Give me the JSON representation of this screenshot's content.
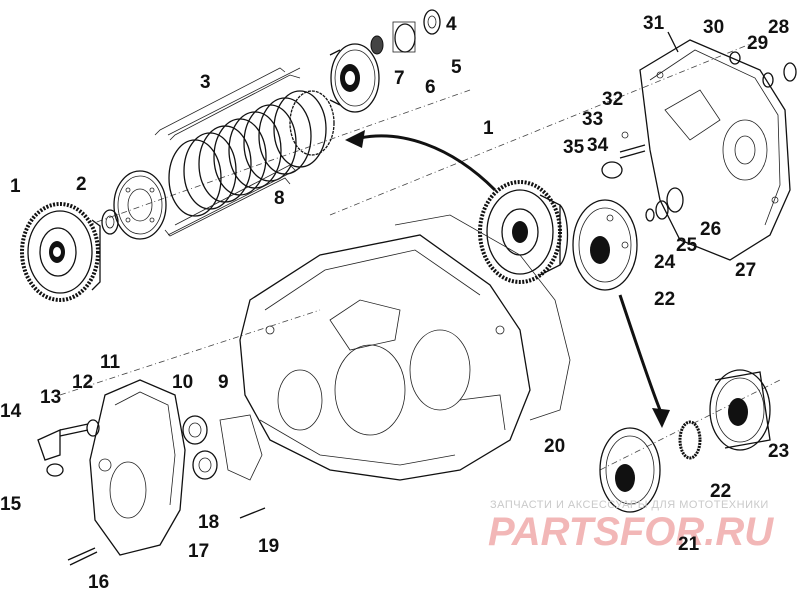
{
  "callouts": [
    "1",
    "2",
    "3",
    "4",
    "5",
    "6",
    "7",
    "8",
    "9",
    "10",
    "11",
    "12",
    "13",
    "14",
    "15",
    "16",
    "17",
    "18",
    "19",
    "20",
    "1",
    "21",
    "22",
    "22",
    "23",
    "24",
    "25",
    "26",
    "27",
    "28",
    "29",
    "30",
    "31",
    "32",
    "33",
    "34",
    "35"
  ],
  "watermark": {
    "tagline": "ЗАПЧАСТИ И АКСЕССУАРЫ ДЛЯ МОТОТЕХНИКИ",
    "logo": "PARTSFOR.RU"
  },
  "colors": {
    "ink": "#111111",
    "watermark_logo": "#f2b7b7",
    "watermark_text": "#c9c9c9"
  }
}
